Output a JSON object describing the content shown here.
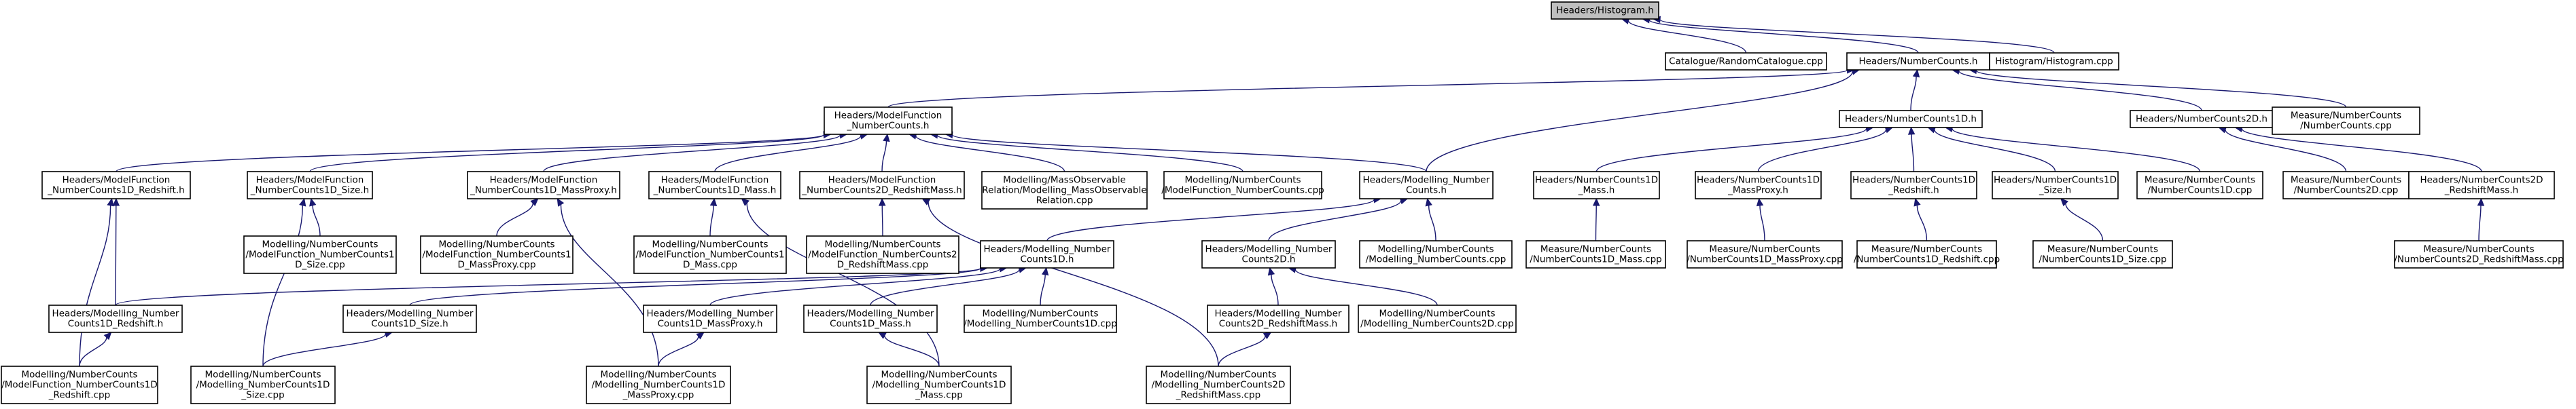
{
  "nodes": [
    {
      "id": "n_hist_h",
      "lines": [
        "Headers/Histogram.h"
      ],
      "root": true
    },
    {
      "id": "n_catalogue",
      "lines": [
        "Catalogue/RandomCatalogue.cpp"
      ]
    },
    {
      "id": "n_nc_h",
      "lines": [
        "Headers/NumberCounts.h"
      ]
    },
    {
      "id": "n_hist_cpp",
      "lines": [
        "Histogram/Histogram.cpp"
      ]
    },
    {
      "id": "n_mf_nc_h",
      "lines": [
        "Headers/ModelFunction",
        "_NumberCounts.h"
      ]
    },
    {
      "id": "n_nc1d_h",
      "lines": [
        "Headers/NumberCounts1D.h"
      ]
    },
    {
      "id": "n_nc2d_h",
      "lines": [
        "Headers/NumberCounts2D.h"
      ]
    },
    {
      "id": "n_meas_nc_cpp",
      "lines": [
        "Measure/NumberCounts",
        "/NumberCounts.cpp"
      ]
    },
    {
      "id": "n_mf_nc1d_red_h",
      "lines": [
        "Headers/ModelFunction",
        "_NumberCounts1D_Redshift.h"
      ]
    },
    {
      "id": "n_mf_nc1d_size_h",
      "lines": [
        "Headers/ModelFunction",
        "_NumberCounts1D_Size.h"
      ]
    },
    {
      "id": "n_mf_nc1d_mp_h",
      "lines": [
        "Headers/ModelFunction",
        "_NumberCounts1D_MassProxy.h"
      ]
    },
    {
      "id": "n_mf_nc1d_mass_h",
      "lines": [
        "Headers/ModelFunction",
        "_NumberCounts1D_Mass.h"
      ]
    },
    {
      "id": "n_mf_nc2d_rm_h",
      "lines": [
        "Headers/ModelFunction",
        "_NumberCounts2D_RedshiftMass.h"
      ]
    },
    {
      "id": "n_mod_mass_obs_cpp",
      "lines": [
        "Modelling/MassObservable",
        "Relation/Modelling_MassObservable",
        "Relation.cpp"
      ]
    },
    {
      "id": "n_mod_mf_nc_cpp",
      "lines": [
        "Modelling/NumberCounts",
        "/ModelFunction_NumberCounts.cpp"
      ]
    },
    {
      "id": "n_mod_nc_h",
      "lines": [
        "Headers/Modelling_Number",
        "Counts.h"
      ]
    },
    {
      "id": "n_nc1d_mass_h",
      "lines": [
        "Headers/NumberCounts1D",
        "_Mass.h"
      ]
    },
    {
      "id": "n_nc1d_mp_h",
      "lines": [
        "Headers/NumberCounts1D",
        "_MassProxy.h"
      ]
    },
    {
      "id": "n_nc1d_red_h",
      "lines": [
        "Headers/NumberCounts1D",
        "_Redshift.h"
      ]
    },
    {
      "id": "n_nc1d_size_h",
      "lines": [
        "Headers/NumberCounts1D",
        "_Size.h"
      ]
    },
    {
      "id": "n_meas_nc1d_cpp",
      "lines": [
        "Measure/NumberCounts",
        "/NumberCounts1D.cpp"
      ]
    },
    {
      "id": "n_meas_nc2d_cpp",
      "lines": [
        "Measure/NumberCounts",
        "/NumberCounts2D.cpp"
      ]
    },
    {
      "id": "n_nc2d_rm_h",
      "lines": [
        "Headers/NumberCounts2D",
        "_RedshiftMass.h"
      ]
    },
    {
      "id": "n_mod_mf_nc1d_size_cpp",
      "lines": [
        "Modelling/NumberCounts",
        "/ModelFunction_NumberCounts1",
        "D_Size.cpp"
      ]
    },
    {
      "id": "n_mod_mf_nc1d_mp_cpp",
      "lines": [
        "Modelling/NumberCounts",
        "/ModelFunction_NumberCounts1",
        "D_MassProxy.cpp"
      ]
    },
    {
      "id": "n_mod_mf_nc1d_mass_cpp",
      "lines": [
        "Modelling/NumberCounts",
        "/ModelFunction_NumberCounts1",
        "D_Mass.cpp"
      ]
    },
    {
      "id": "n_mod_mf_nc2d_rm_cpp",
      "lines": [
        "Modelling/NumberCounts",
        "/ModelFunction_NumberCounts2",
        "D_RedshiftMass.cpp"
      ]
    },
    {
      "id": "n_mod_nc1d_h",
      "lines": [
        "Headers/Modelling_Number",
        "Counts1D.h"
      ]
    },
    {
      "id": "n_mod_nc2d_h",
      "lines": [
        "Headers/Modelling_Number",
        "Counts2D.h"
      ]
    },
    {
      "id": "n_mod_nc_cpp",
      "lines": [
        "Modelling/NumberCounts",
        "/Modelling_NumberCounts.cpp"
      ]
    },
    {
      "id": "n_meas_nc1d_mass_cpp",
      "lines": [
        "Measure/NumberCounts",
        "/NumberCounts1D_Mass.cpp"
      ]
    },
    {
      "id": "n_meas_nc1d_mp_cpp",
      "lines": [
        "Measure/NumberCounts",
        "/NumberCounts1D_MassProxy.cpp"
      ]
    },
    {
      "id": "n_meas_nc1d_red_cpp",
      "lines": [
        "Measure/NumberCounts",
        "/NumberCounts1D_Redshift.cpp"
      ]
    },
    {
      "id": "n_meas_nc1d_size_cpp",
      "lines": [
        "Measure/NumberCounts",
        "/NumberCounts1D_Size.cpp"
      ]
    },
    {
      "id": "n_meas_nc2d_rm_cpp",
      "lines": [
        "Measure/NumberCounts",
        "/NumberCounts2D_RedshiftMass.cpp"
      ]
    },
    {
      "id": "n_mod_nc1d_red_h",
      "lines": [
        "Headers/Modelling_Number",
        "Counts1D_Redshift.h"
      ]
    },
    {
      "id": "n_mod_nc1d_size_h",
      "lines": [
        "Headers/Modelling_Number",
        "Counts1D_Size.h"
      ]
    },
    {
      "id": "n_mod_nc1d_mp_h",
      "lines": [
        "Headers/Modelling_Number",
        "Counts1D_MassProxy.h"
      ]
    },
    {
      "id": "n_mod_nc1d_mass_h",
      "lines": [
        "Headers/Modelling_Number",
        "Counts1D_Mass.h"
      ]
    },
    {
      "id": "n_mod_nc1d_cpp",
      "lines": [
        "Modelling/NumberCounts",
        "/Modelling_NumberCounts1D.cpp"
      ]
    },
    {
      "id": "n_mod_nc2d_rm_h",
      "lines": [
        "Headers/Modelling_Number",
        "Counts2D_RedshiftMass.h"
      ]
    },
    {
      "id": "n_mod_nc2d_cpp",
      "lines": [
        "Modelling/NumberCounts",
        "/Modelling_NumberCounts2D.cpp"
      ]
    },
    {
      "id": "n_mod_mf_nc1d_red_cpp",
      "lines": [
        "Modelling/NumberCounts",
        "/ModelFunction_NumberCounts1D",
        "_Redshift.cpp"
      ]
    },
    {
      "id": "n_mod_nc1d_size_cpp",
      "lines": [
        "Modelling/NumberCounts",
        "/Modelling_NumberCounts1D",
        "_Size.cpp"
      ]
    },
    {
      "id": "n_mod_nc1d_mp_cpp",
      "lines": [
        "Modelling/NumberCounts",
        "/Modelling_NumberCounts1D",
        "_MassProxy.cpp"
      ]
    },
    {
      "id": "n_mod_nc1d_mass_cpp",
      "lines": [
        "Modelling/NumberCounts",
        "/Modelling_NumberCounts1D",
        "_Mass.cpp"
      ]
    },
    {
      "id": "n_mod_nc2d_rm_cpp",
      "lines": [
        "Modelling/NumberCounts",
        "/Modelling_NumberCounts2D",
        "_RedshiftMass.cpp"
      ]
    }
  ],
  "edges": [
    {
      "from": "n_catalogue",
      "to": "n_hist_h"
    },
    {
      "from": "n_nc_h",
      "to": "n_hist_h"
    },
    {
      "from": "n_hist_cpp",
      "to": "n_hist_h"
    },
    {
      "from": "n_mf_nc_h",
      "to": "n_nc_h"
    },
    {
      "from": "n_nc1d_h",
      "to": "n_nc_h"
    },
    {
      "from": "n_nc2d_h",
      "to": "n_nc_h"
    },
    {
      "from": "n_meas_nc_cpp",
      "to": "n_nc_h"
    },
    {
      "from": "n_mod_nc_h",
      "to": "n_nc_h"
    },
    {
      "from": "n_mf_nc1d_red_h",
      "to": "n_mf_nc_h"
    },
    {
      "from": "n_mf_nc1d_size_h",
      "to": "n_mf_nc_h"
    },
    {
      "from": "n_mf_nc1d_mp_h",
      "to": "n_mf_nc_h"
    },
    {
      "from": "n_mf_nc1d_mass_h",
      "to": "n_mf_nc_h"
    },
    {
      "from": "n_mf_nc2d_rm_h",
      "to": "n_mf_nc_h"
    },
    {
      "from": "n_mod_mass_obs_cpp",
      "to": "n_mf_nc_h"
    },
    {
      "from": "n_mod_mf_nc_cpp",
      "to": "n_mf_nc_h"
    },
    {
      "from": "n_mod_nc_h",
      "to": "n_mf_nc_h"
    },
    {
      "from": "n_nc1d_mass_h",
      "to": "n_nc1d_h"
    },
    {
      "from": "n_nc1d_mp_h",
      "to": "n_nc1d_h"
    },
    {
      "from": "n_nc1d_red_h",
      "to": "n_nc1d_h"
    },
    {
      "from": "n_nc1d_size_h",
      "to": "n_nc1d_h"
    },
    {
      "from": "n_meas_nc1d_cpp",
      "to": "n_nc1d_h"
    },
    {
      "from": "n_meas_nc2d_cpp",
      "to": "n_nc2d_h"
    },
    {
      "from": "n_nc2d_rm_h",
      "to": "n_nc2d_h"
    },
    {
      "from": "n_mod_mf_nc1d_red_cpp",
      "to": "n_mf_nc1d_red_h"
    },
    {
      "from": "n_mod_nc1d_red_h",
      "to": "n_mf_nc1d_red_h"
    },
    {
      "from": "n_mod_mf_nc1d_size_cpp",
      "to": "n_mf_nc1d_size_h"
    },
    {
      "from": "n_mod_nc1d_size_cpp",
      "to": "n_mf_nc1d_size_h"
    },
    {
      "from": "n_mod_mf_nc1d_mp_cpp",
      "to": "n_mf_nc1d_mp_h"
    },
    {
      "from": "n_mod_nc1d_mp_cpp",
      "to": "n_mf_nc1d_mp_h"
    },
    {
      "from": "n_mod_mf_nc1d_mass_cpp",
      "to": "n_mf_nc1d_mass_h"
    },
    {
      "from": "n_mod_nc1d_mass_cpp",
      "to": "n_mf_nc1d_mass_h"
    },
    {
      "from": "n_mod_mf_nc2d_rm_cpp",
      "to": "n_mf_nc2d_rm_h"
    },
    {
      "from": "n_mod_nc2d_rm_cpp",
      "to": "n_mf_nc2d_rm_h"
    },
    {
      "from": "n_mod_nc1d_h",
      "to": "n_mod_nc_h"
    },
    {
      "from": "n_mod_nc2d_h",
      "to": "n_mod_nc_h"
    },
    {
      "from": "n_mod_nc_cpp",
      "to": "n_mod_nc_h"
    },
    {
      "from": "n_meas_nc1d_mass_cpp",
      "to": "n_nc1d_mass_h"
    },
    {
      "from": "n_meas_nc1d_mp_cpp",
      "to": "n_nc1d_mp_h"
    },
    {
      "from": "n_meas_nc1d_red_cpp",
      "to": "n_nc1d_red_h"
    },
    {
      "from": "n_meas_nc1d_size_cpp",
      "to": "n_nc1d_size_h"
    },
    {
      "from": "n_meas_nc2d_rm_cpp",
      "to": "n_nc2d_rm_h"
    },
    {
      "from": "n_mod_nc1d_red_h",
      "to": "n_mod_nc1d_h"
    },
    {
      "from": "n_mod_nc1d_size_h",
      "to": "n_mod_nc1d_h"
    },
    {
      "from": "n_mod_nc1d_mp_h",
      "to": "n_mod_nc1d_h"
    },
    {
      "from": "n_mod_nc1d_mass_h",
      "to": "n_mod_nc1d_h"
    },
    {
      "from": "n_mod_nc1d_cpp",
      "to": "n_mod_nc1d_h"
    },
    {
      "from": "n_mod_nc2d_rm_h",
      "to": "n_mod_nc2d_h"
    },
    {
      "from": "n_mod_nc2d_cpp",
      "to": "n_mod_nc2d_h"
    },
    {
      "from": "n_mod_mf_nc1d_red_cpp",
      "to": "n_mod_nc1d_red_h"
    },
    {
      "from": "n_mod_nc1d_size_cpp",
      "to": "n_mod_nc1d_size_h"
    },
    {
      "from": "n_mod_nc1d_mp_cpp",
      "to": "n_mod_nc1d_mp_h"
    },
    {
      "from": "n_mod_nc1d_mass_cpp",
      "to": "n_mod_nc1d_mass_h"
    },
    {
      "from": "n_mod_nc2d_rm_cpp",
      "to": "n_mod_nc2d_rm_h"
    }
  ],
  "colors": {
    "edge": "#191970",
    "root_fill": "#bfbfbf",
    "node_fill": "#ffffff"
  }
}
